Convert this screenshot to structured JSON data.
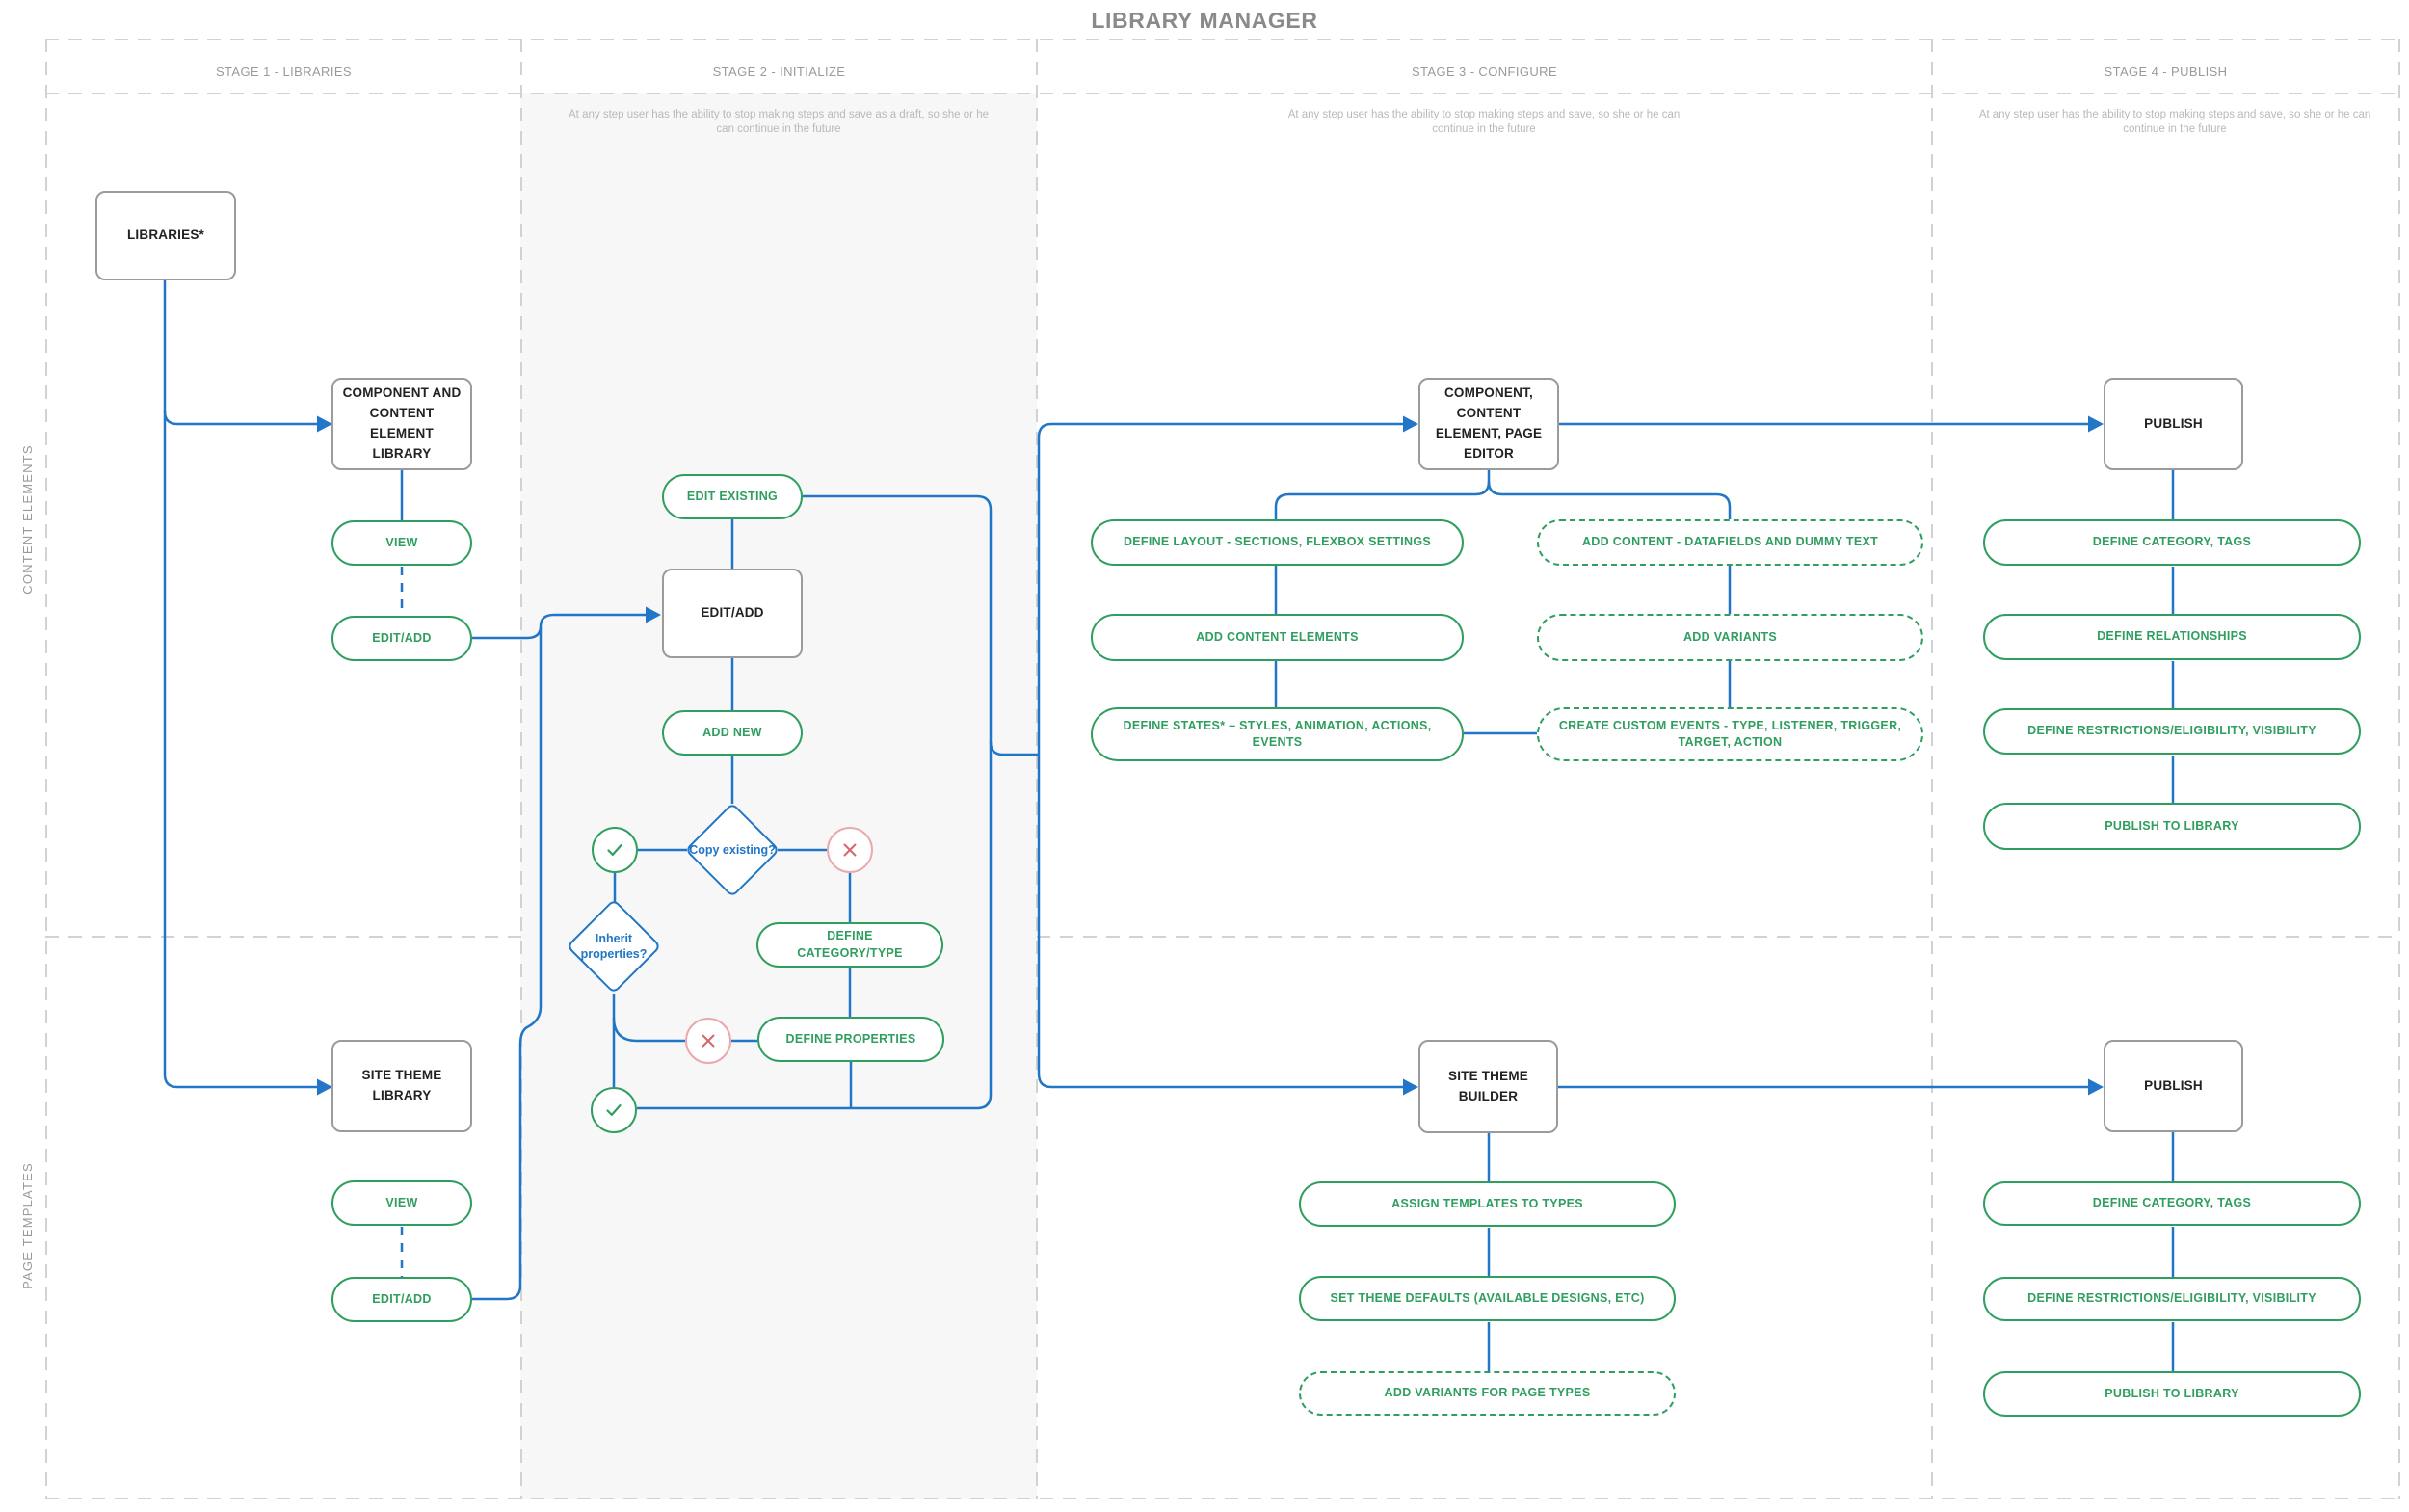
{
  "title": "LIBRARY MANAGER",
  "colors": {
    "blue": "#2176c7",
    "green": "#2f9e5f",
    "red": "#d4666c",
    "red_circle_border": "#eba8ad",
    "box_border": "#9b9b9b",
    "muted_text": "#9a9a9a",
    "note_text": "#b9b9b9",
    "stage2_background": "#f7f7f7"
  },
  "stages": [
    {
      "label": "STAGE 1 - LIBRARIES",
      "note": ""
    },
    {
      "label": "STAGE 2 - INITIALIZE",
      "note": "At any step user has the ability to stop making steps and save as a draft, so she or he can continue in the future"
    },
    {
      "label": "STAGE 3 - CONFIGURE",
      "note": "At any step user has the ability to stop making steps and save, so she or he can continue in the future"
    },
    {
      "label": "STAGE 4 - PUBLISH",
      "note": "At any step user has the ability to stop making steps and save, so she or he can continue in the future"
    }
  ],
  "rows": [
    {
      "label": "CONTENT ELEMENTS"
    },
    {
      "label": "PAGE TEMPLATES"
    }
  ],
  "nodes": {
    "libraries": "LIBRARIES*",
    "component_library": "COMPONENT AND CONTENT ELEMENT LIBRARY",
    "view_components": "VIEW",
    "edit_add_components": "EDIT/ADD",
    "site_theme_library": "SITE THEME LIBRARY",
    "view_themes": "VIEW",
    "edit_add_themes": "EDIT/ADD",
    "edit_existing": "EDIT EXISTING",
    "edit_add": "EDIT/ADD",
    "add_new": "ADD NEW",
    "copy_existing": "Copy existing?",
    "inherit_properties": "Inherit properties?",
    "define_category_type": "DEFINE CATEGORY/TYPE",
    "define_properties": "DEFINE PROPERTIES",
    "component_editor": "COMPONENT, CONTENT ELEMENT, PAGE EDITOR",
    "define_layout": "DEFINE LAYOUT - SECTIONS, FLEXBOX SETTINGS",
    "add_content": "ADD CONTENT - DATAFIELDS AND DUMMY TEXT",
    "add_content_elements": "ADD CONTENT ELEMENTS",
    "add_variants": "ADD VARIANTS",
    "define_states": "DEFINE STATES* – STYLES, ANIMATION, ACTIONS, EVENTS",
    "create_custom_events": "CREATE CUSTOM EVENTS - TYPE, LISTENER, TRIGGER, TARGET, ACTION",
    "publish_components": "PUBLISH",
    "define_category_tags_ce": "DEFINE CATEGORY, TAGS",
    "define_relationships": "DEFINE RELATIONSHIPS",
    "define_restrictions_ce": "DEFINE RESTRICTIONS/ELIGIBILITY, VISIBILITY",
    "publish_to_library_ce": "PUBLISH TO LIBRARY",
    "site_theme_builder": "SITE THEME BUILDER",
    "assign_templates": "ASSIGN TEMPLATES TO TYPES",
    "set_theme_defaults": "SET THEME DEFAULTS (AVAILABLE DESIGNS, ETC)",
    "add_variants_page_types": "ADD VARIANTS FOR PAGE TYPES",
    "publish_themes": "PUBLISH",
    "define_category_tags_pt": "DEFINE CATEGORY, TAGS",
    "define_restrictions_pt": "DEFINE RESTRICTIONS/ELIGIBILITY, VISIBILITY",
    "publish_to_library_pt": "PUBLISH TO LIBRARY"
  }
}
